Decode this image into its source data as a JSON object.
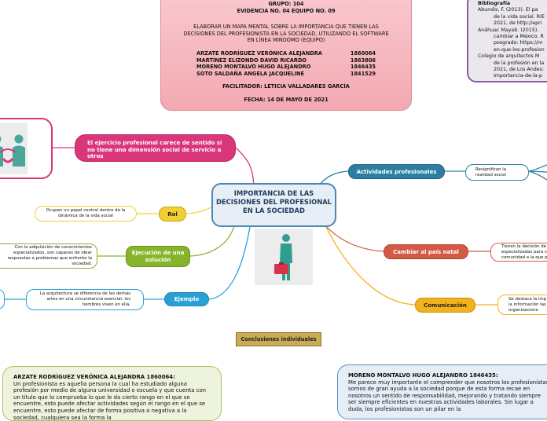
{
  "header": {
    "grupo": "GRUPO: 104",
    "evidencia": "EVIDENCIA NO. 04     EQUIPO NO. 09",
    "descripcion": [
      "ELABORAR UN MAPA MENTAL SOBRE LA IMPORTANCIA QUE TIENEN LAS",
      "DECISIONES DEL PROFESIONISTA EN LA SOCIEDAD, UTILIZANDO EL SOFTWARE",
      "EN LÍNEA MINDOMO (EQUIPO)"
    ],
    "integrantes": [
      {
        "nombre": "ARZATE RODRÍGUEZ VERÓNICA ALEJANDRA",
        "matricula": "1860064"
      },
      {
        "nombre": "MARTÍNEZ ELIZONDO DAVID RICARDO",
        "matricula": "1863806"
      },
      {
        "nombre": "MORENO MONTALVO HUGO ALEJANDRO",
        "matricula": "1846435"
      },
      {
        "nombre": "SOTO SALDAÑA ANGELA JACQUELINE",
        "matricula": "1841529"
      }
    ],
    "facilitador": "FACILITADOR: LETICIA VALLADARES GARCÍA",
    "fecha": "FECHA: 14 DE MAYO DE 2021"
  },
  "bibliografia": {
    "title": "Bibliografía",
    "lines": [
      {
        "text": "Abundis, F. (2013). El pa",
        "indent": false
      },
      {
        "text": "de la vida social. RIE",
        "indent": true
      },
      {
        "text": "2021, de http://epri",
        "indent": true
      },
      {
        "text": "Anáhuac Mayab. (2015).",
        "indent": false
      },
      {
        "text": "cambiar a México. R",
        "indent": true
      },
      {
        "text": "posgrado: https://m",
        "indent": true
      },
      {
        "text": "en-que-los-profesion",
        "indent": true
      },
      {
        "text": "Colegio de arquitectos M",
        "indent": false
      },
      {
        "text": "de la profesión en la",
        "indent": true
      },
      {
        "text": "2021, de Los Andes:",
        "indent": true
      },
      {
        "text": "importancia-de-la-p",
        "indent": true
      }
    ]
  },
  "main_topic": "IMPORTANCIA DE LAS DECISIONES DEL PROFESIONAL EN LA SOCIEDAD",
  "branches": {
    "magenta": {
      "label": "El ejercicio profesional carece de sentido si no tiene una dimensión social de servicio a otros"
    },
    "rol": {
      "label": "Rol",
      "note": "Ocupan un papel central dentro de la dinámica de la vida social"
    },
    "ejecucion": {
      "label": "Ejecución de una solución",
      "note": "Con la adquisición de conocimientos especializados, son capaces de idear respuestas a problemas que enfrente la sociedad."
    },
    "ejemplo": {
      "label": "Ejemplo",
      "note": "La arquitectura se diferencia de las demás artes en una circunstancia esencial: los hombres viven en ella."
    },
    "actividades": {
      "label": "Actividades profesionales",
      "note": "Resignifican la realidad social"
    },
    "cambiar": {
      "label": "Cambiar al país natal",
      "note": "Tienen la decisión de especializadas para c comunidad a la que p"
    },
    "comunicacion": {
      "label": "Comunicación",
      "note": "Se destaca la imp de la información las organizacione"
    }
  },
  "conclusiones": "Conclusiones individuales",
  "conclusion_left": {
    "title": "ARZATE RODRÍGUEZ VERÓNICA ALEJANDRA          1860064:",
    "text": "Un profesionista es aquella persona la cual ha estudiado alguna profesión por medio de alguna universidad o escuela y que cuenta con un título que lo comprueba lo que le da cierto rango en el que se encuentre, esto puede afectar actividades según el rango en el que se encuentre, esto puede afectar de forma positiva o negativa a la sociedad, cualquiera sea la forma la"
  },
  "conclusion_right": {
    "title": "MORENO MONTALVO HUGO ALEJANDRO 1846435:",
    "text": "Me parece muy importante el comprender que nosotros los profesionistas somos de gran ayuda a la sociedad porque de esta forma recae en nosotros un sentido de responsabilidad, mejorando y tratando siempre ser siempre eficientes en nuestras actividades laborales. Sin lugar a duda, los profesionistas son un pilar en la"
  },
  "colors": {
    "magenta": "#d9367c",
    "blue": "#2c7fa3",
    "red": "#d35b46",
    "amber": "#f2b21b",
    "yellow": "#f3cf32",
    "green": "#86b42a",
    "cyan": "#2aa1d6",
    "main_border": "#4d87b6"
  }
}
